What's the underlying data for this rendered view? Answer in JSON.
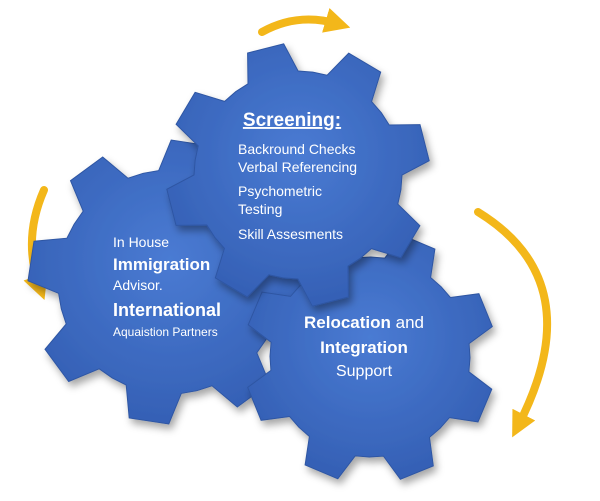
{
  "screening": {
    "title": "Screening:",
    "items": [
      "Backround Checks",
      "Verbal Referencing",
      "Psychometric",
      "Testing",
      "Skill Assesments"
    ]
  },
  "immigration": {
    "line1": "In House",
    "line2": "Immigration",
    "line3": "Advisor.",
    "line4": "International",
    "line5": "Aquaistion Partners"
  },
  "relocation": {
    "word1": "Relocation",
    "word2": " and",
    "word3": "Integration",
    "word4": "Support"
  },
  "colors": {
    "gear": "#3d6cc5",
    "gear_dark": "#2f56a3",
    "arrow": "#f3b71a",
    "text": "#ffffff"
  }
}
